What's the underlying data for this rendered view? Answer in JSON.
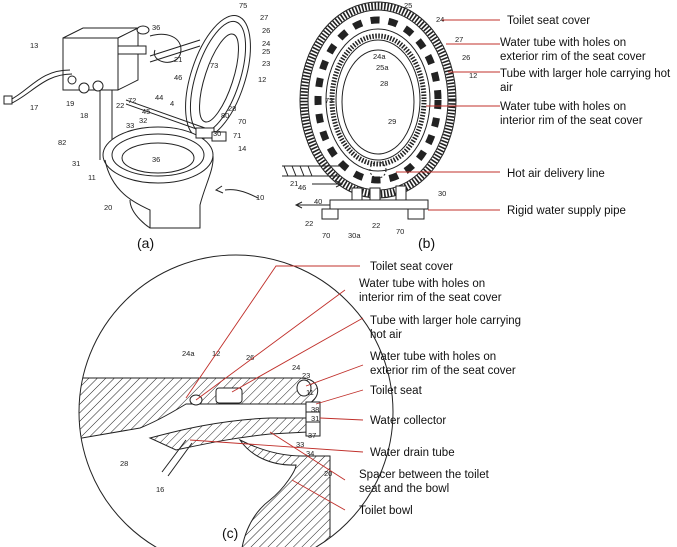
{
  "panels": {
    "a": "(a)",
    "b": "(b)",
    "c": "(c)"
  },
  "callouts_b": [
    "Toilet seat cover",
    "Water tube with holes on",
    "exterior rim of the seat cover",
    "Tube with larger hole carrying hot",
    "air",
    "Water tube with holes on",
    "interior rim of the seat cover",
    "Hot air delivery line",
    "Rigid water supply pipe"
  ],
  "callouts_c": [
    "Toilet seat cover",
    "Water tube with holes on",
    "interior rim of the seat cover",
    "Tube with larger hole carrying",
    "hot air",
    "Water tube with holes on",
    "exterior rim of the seat cover",
    "Toilet seat",
    "Water collector",
    "Water drain tube",
    "Spacer between the toilet",
    "seat and the bowl",
    "Toilet bowl"
  ],
  "ref_a": [
    "36",
    "75",
    "27",
    "26",
    "24",
    "25",
    "23",
    "12",
    "13",
    "21",
    "73",
    "46",
    "17",
    "19",
    "18",
    "44",
    "22",
    "72",
    "45",
    "33",
    "32",
    "28",
    "80",
    "70",
    "71",
    "14",
    "30",
    "82",
    "31",
    "11",
    "36",
    "20",
    "10",
    "4"
  ],
  "ref_b": [
    "25",
    "24",
    "27",
    "26",
    "12",
    "24a",
    "25a",
    "28",
    "73",
    "29",
    "21",
    "46",
    "40",
    "22",
    "70",
    "30a",
    "22",
    "70",
    "30"
  ],
  "ref_c": [
    "24a",
    "12",
    "26",
    "24",
    "23",
    "11",
    "38",
    "31",
    "37",
    "33",
    "34",
    "28",
    "16",
    "20"
  ]
}
